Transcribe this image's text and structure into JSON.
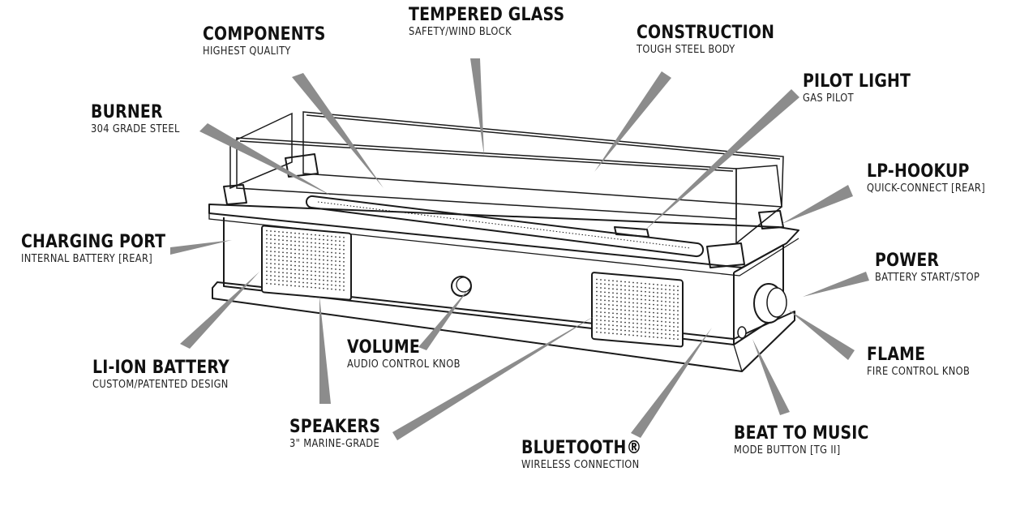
{
  "callouts": {
    "tempered_glass": {
      "title": "TEMPERED GLASS",
      "sub": "SAFETY/WIND BLOCK"
    },
    "components": {
      "title": "COMPONENTS",
      "sub": "HIGHEST QUALITY"
    },
    "construction": {
      "title": "CONSTRUCTION",
      "sub": "TOUGH STEEL BODY"
    },
    "pilot_light": {
      "title": "PILOT LIGHT",
      "sub": "GAS PILOT"
    },
    "burner": {
      "title": "BURNER",
      "sub": "304 GRADE STEEL"
    },
    "lp_hookup": {
      "title": "LP-HOOKUP",
      "sub": "QUICK-CONNECT [REAR]"
    },
    "charging_port": {
      "title": "CHARGING PORT",
      "sub": "INTERNAL BATTERY  [REAR]"
    },
    "power": {
      "title": "POWER",
      "sub": "BATTERY START/STOP"
    },
    "volume": {
      "title": "VOLUME",
      "sub": "AUDIO CONTROL KNOB"
    },
    "li_ion_battery": {
      "title": "LI-ION BATTERY",
      "sub": "CUSTOM/PATENTED DESIGN"
    },
    "flame": {
      "title": "FLAME",
      "sub": "FIRE CONTROL KNOB"
    },
    "speakers": {
      "title": "SPEAKERS",
      "sub": "3\" MARINE-GRADE"
    },
    "bluetooth": {
      "title": "BLUETOOTH®",
      "sub": "WIRELESS CONNECTION"
    },
    "beat_to_music": {
      "title": "BEAT TO MUSIC",
      "sub": "MODE BUTTON [TG II]"
    }
  },
  "colors": {
    "pointer": "#8c8c8c",
    "outline": "#1a1a1a",
    "text": "#111111"
  }
}
